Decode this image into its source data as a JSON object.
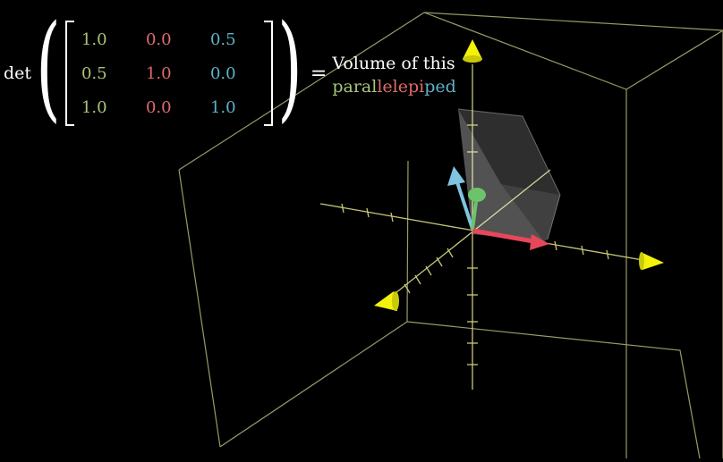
{
  "equation": {
    "det_label": "det",
    "matrix": [
      [
        {
          "text": "1.0",
          "color": "#a8c47a"
        },
        {
          "text": "0.0",
          "color": "#e06a6a"
        },
        {
          "text": "0.5",
          "color": "#5fb2c9"
        }
      ],
      [
        {
          "text": "0.5",
          "color": "#a8c47a"
        },
        {
          "text": "1.0",
          "color": "#e06a6a"
        },
        {
          "text": "0.0",
          "color": "#5fb2c9"
        }
      ],
      [
        {
          "text": "1.0",
          "color": "#a8c47a"
        },
        {
          "text": "0.0",
          "color": "#e06a6a"
        },
        {
          "text": "1.0",
          "color": "#5fb2c9"
        }
      ]
    ],
    "equals": "=",
    "caption_line1": "Volume of this",
    "caption_line2_parts": [
      {
        "text": "paral",
        "color": "#a8c47a"
      },
      {
        "text": "lelepi",
        "color": "#e06a6a"
      },
      {
        "text": "ped",
        "color": "#5fb2c9"
      }
    ]
  },
  "colors": {
    "background": "#000000",
    "axis": "#c8c87a",
    "cube": "#b5b57a",
    "arrow_head": "#f2f20a",
    "vector_i": "#e8475a",
    "vector_j": "#6cc46a",
    "vector_k": "#7fc4e0",
    "solid": "#ffffff"
  },
  "icons": [
    "cone-arrow-icon"
  ]
}
